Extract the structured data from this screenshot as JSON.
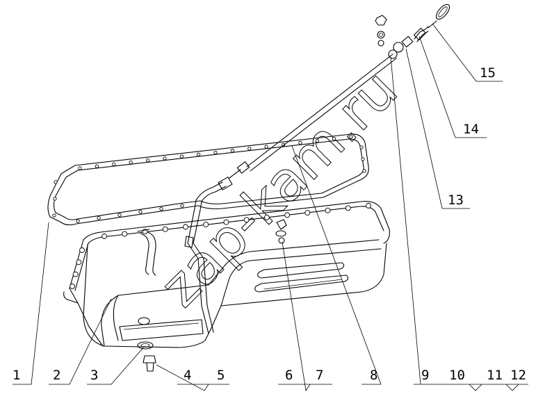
{
  "callouts": [
    {
      "id": "1",
      "label": "1"
    },
    {
      "id": "2",
      "label": "2"
    },
    {
      "id": "3",
      "label": "3"
    },
    {
      "id": "4",
      "label": "4"
    },
    {
      "id": "5",
      "label": "5"
    },
    {
      "id": "6",
      "label": "6"
    },
    {
      "id": "7",
      "label": "7"
    },
    {
      "id": "8",
      "label": "8"
    },
    {
      "id": "9",
      "label": "9"
    },
    {
      "id": "10",
      "label": "10"
    },
    {
      "id": "11",
      "label": "11"
    },
    {
      "id": "12",
      "label": "12"
    },
    {
      "id": "13",
      "label": "13"
    },
    {
      "id": "14",
      "label": "14"
    },
    {
      "id": "15",
      "label": "15"
    }
  ],
  "watermark": "zap-kam.ru",
  "colors": {
    "line": "#000000",
    "background": "#ffffff"
  }
}
